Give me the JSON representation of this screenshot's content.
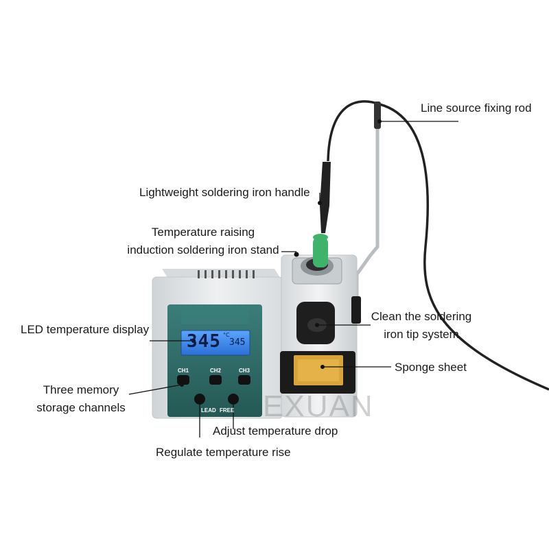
{
  "watermark": "EXUAN",
  "display": {
    "main_temp": "345",
    "unit": "°C",
    "set_temp": "345"
  },
  "buttons": {
    "ch1": "CH1",
    "ch2": "CH2",
    "ch3": "CH3",
    "lead": "LEAD",
    "free": "FREE"
  },
  "callouts": {
    "line_rod": "Line source fixing rod",
    "handle": "Lightweight soldering iron handle",
    "stand_line1": "Temperature raising",
    "stand_line2": "induction soldering iron stand",
    "led": "LED temperature display",
    "clean_line1": "Clean the soldering",
    "clean_line2": "iron tip system",
    "sponge": "Sponge sheet",
    "memory_line1": "Three memory",
    "memory_line2": "storage channels",
    "drop": "Adjust temperature drop",
    "rise": "Regulate temperature rise"
  },
  "colors": {
    "panel_teal": "#2f6e6b",
    "lcd_blue": "#3f8ff0",
    "body_gray": "#e4e7e9",
    "handle_green": "#3fb36a"
  }
}
